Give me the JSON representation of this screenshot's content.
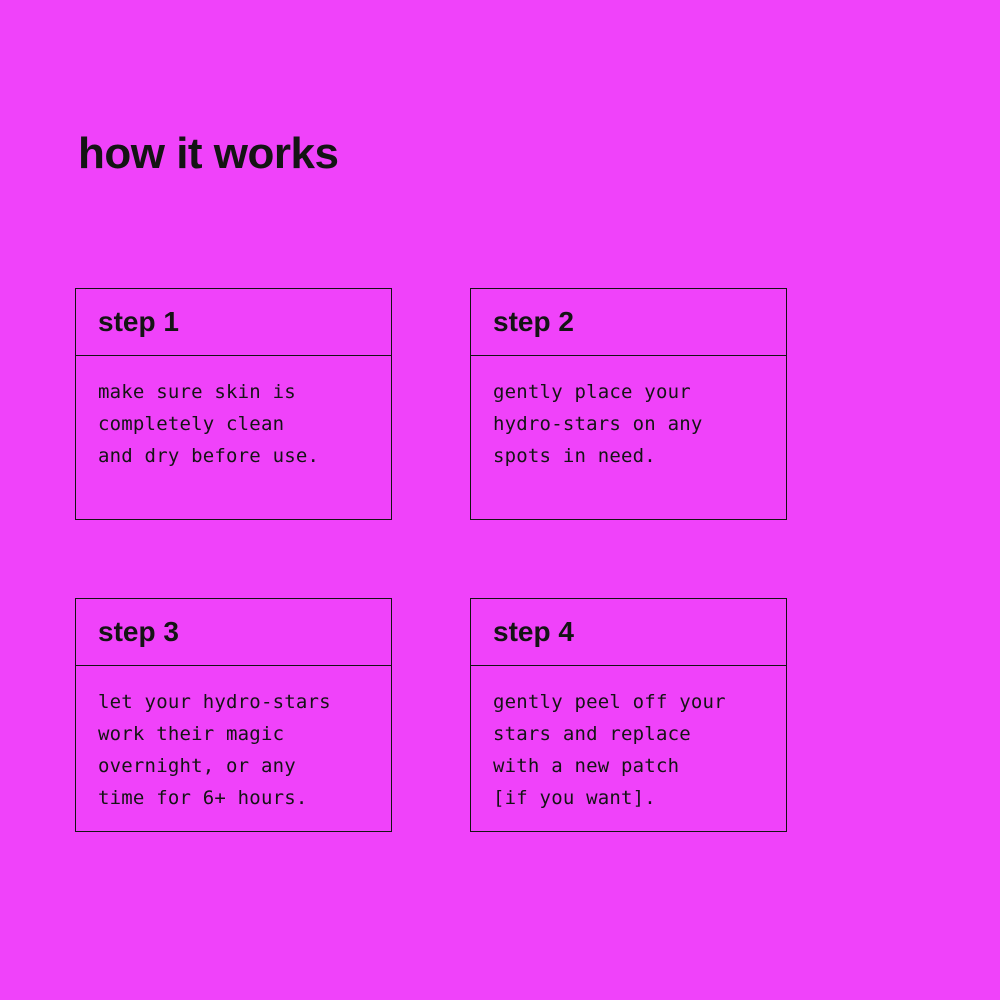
{
  "page": {
    "title": "how it works",
    "background_color": "#F042FA",
    "text_color": "#141414"
  },
  "steps": [
    {
      "label": "step 1",
      "body": "make sure skin is\ncompletely clean\nand dry before use."
    },
    {
      "label": "step 2",
      "body": "gently place your\nhydro-stars on any\nspots in need."
    },
    {
      "label": "step 3",
      "body": "let your hydro-stars\nwork their magic\novernight, or any\ntime for 6+ hours."
    },
    {
      "label": "step 4",
      "body": "gently peel off your\nstars and replace\nwith a new patch\n[if you want]."
    }
  ]
}
